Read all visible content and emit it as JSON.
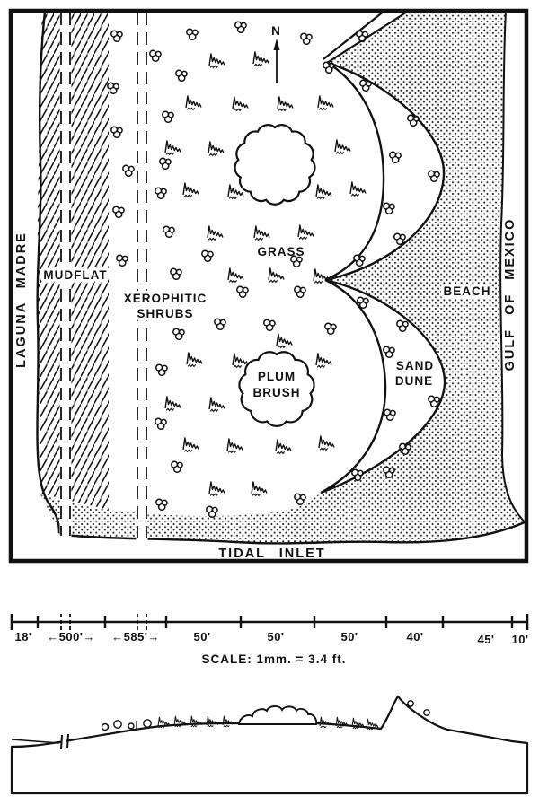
{
  "figure": {
    "map": {
      "north_label": "N",
      "labels": {
        "laguna_madre": "LAGUNA MADRE",
        "mudflat": "MUDFLAT",
        "xerophitic_1": "XEROPHITIC",
        "xerophitic_2": "SHRUBS",
        "grass": "GRASS",
        "plum_1": "PLUM",
        "plum_2": "BRUSH",
        "sand_1": "SAND",
        "sand_2": "DUNE",
        "beach": "BEACH",
        "gulf": "GULF OF MEXICO",
        "tidal_inlet": "TIDAL INLET"
      }
    },
    "scalebar": {
      "segments": [
        "18'",
        "←500'→",
        "←585'→",
        "50'",
        "50'",
        "50'",
        "40'",
        "45'",
        "10'"
      ],
      "note": "SCALE:  1mm. = 3.4 ft."
    }
  }
}
